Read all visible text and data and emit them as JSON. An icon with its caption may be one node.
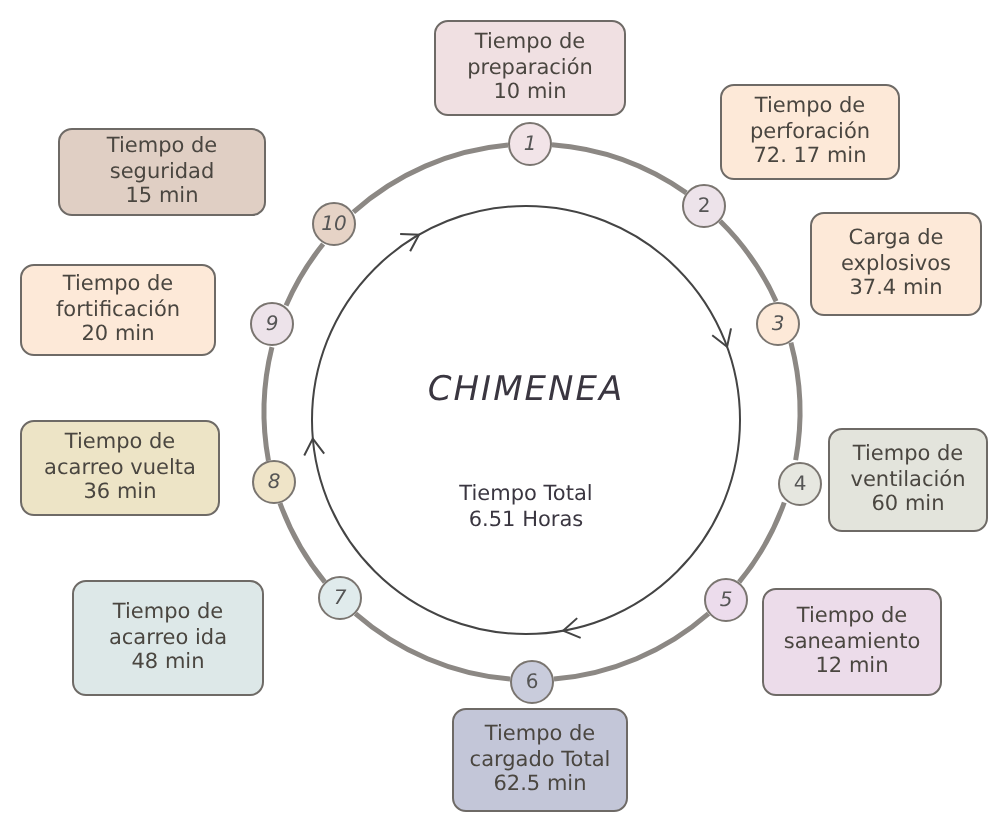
{
  "diagram": {
    "nodes": [
      {
        "text": [
          "CHIMENEA",
          "Tiempo Total 6.51 Horas"
        ]
      },
      {
        "text": [
          "Tiempo de preparación",
          "10 min"
        ]
      },
      {
        "text": [
          "1"
        ]
      },
      {
        "text": [
          "Tiempo de perforación",
          "72. 17 min"
        ]
      },
      {
        "text": [
          "2"
        ]
      },
      {
        "text": [
          "Carga de explosivos",
          "37.4 min"
        ]
      },
      {
        "text": [
          "3"
        ]
      },
      {
        "text": [
          "Tiempo de ventilación",
          "60 min"
        ]
      },
      {
        "text": [
          "4"
        ]
      },
      {
        "text": [
          "Tiempo de saneamiento",
          "12 min"
        ]
      },
      {
        "text": [
          "5"
        ]
      },
      {
        "text": [
          "Tiempo de cargado Total",
          "62.5 min"
        ]
      },
      {
        "text": [
          "6"
        ]
      },
      {
        "text": [
          "Tiempo de acarreo ida",
          "48 min"
        ]
      },
      {
        "text": [
          "7"
        ]
      },
      {
        "text": [
          "Tiempo de acarreo vuelta",
          "36 min"
        ]
      },
      {
        "text": [
          "8"
        ]
      },
      {
        "text": [
          "Tiempo de fortificación",
          "20 min"
        ]
      },
      {
        "text": [
          "9"
        ]
      },
      {
        "text": [
          "Tiempo de seguridad",
          "15 min"
        ]
      },
      {
        "text": [
          "10"
        ]
      }
    ],
    "edges": [
      {
        "from": 2,
        "to": 4,
        "arrow": "none"
      },
      {
        "from": 4,
        "to": 6,
        "arrow": "none"
      },
      {
        "from": 6,
        "to": 8,
        "arrow": "none"
      },
      {
        "from": 8,
        "to": 10,
        "arrow": "none"
      },
      {
        "from": 10,
        "to": 12,
        "arrow": "none"
      },
      {
        "from": 12,
        "to": 14,
        "arrow": "none"
      },
      {
        "from": 14,
        "to": 16,
        "arrow": "none"
      },
      {
        "from": 16,
        "to": 18,
        "arrow": "none"
      },
      {
        "from": 18,
        "to": 20,
        "arrow": "none"
      },
      {
        "from": 20,
        "to": 2,
        "arrow": "none"
      }
    ]
  }
}
